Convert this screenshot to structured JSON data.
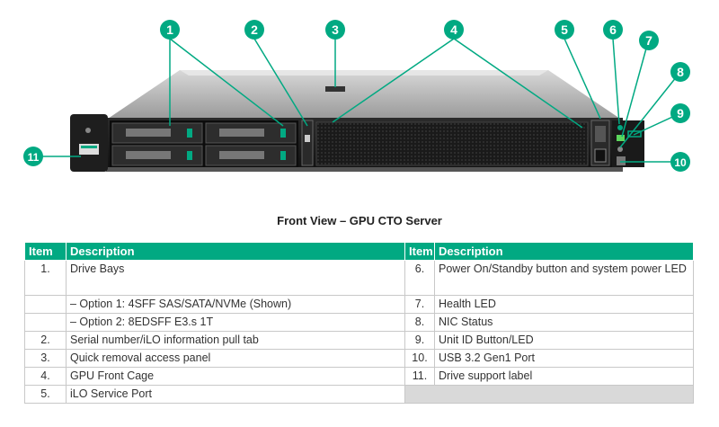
{
  "callouts": [
    "1",
    "2",
    "3",
    "4",
    "5",
    "6",
    "7",
    "8",
    "9",
    "10",
    "11"
  ],
  "colors": {
    "accent": "#01a982",
    "header_text": "#ffffff",
    "filler": "#d9d9d9"
  },
  "caption": "Front View – GPU CTO Server",
  "table": {
    "headers": {
      "item": "Item",
      "description": "Description"
    },
    "left": [
      {
        "item": "1.",
        "description": "Drive Bays"
      },
      {
        "item": "",
        "description": "–  Option 1: 4SFF SAS/SATA/NVMe (Shown)"
      },
      {
        "item": "",
        "description": "–  Option 2: 8EDSFF E3.s 1T"
      },
      {
        "item": "2.",
        "description": "Serial number/iLO information pull tab"
      },
      {
        "item": "3.",
        "description": "Quick removal access panel"
      },
      {
        "item": "4.",
        "description": "GPU Front Cage"
      },
      {
        "item": "5.",
        "description": "iLO Service Port"
      }
    ],
    "right": [
      {
        "item": "6.",
        "description": "Power On/Standby button and system power LED"
      },
      {
        "item": "7.",
        "description": "Health LED"
      },
      {
        "item": "8.",
        "description": "NIC Status"
      },
      {
        "item": "9.",
        "description": "Unit ID Button/LED"
      },
      {
        "item": "10.",
        "description": "USB 3.2 Gen1 Port"
      },
      {
        "item": "11.",
        "description": "Drive support label"
      }
    ]
  }
}
